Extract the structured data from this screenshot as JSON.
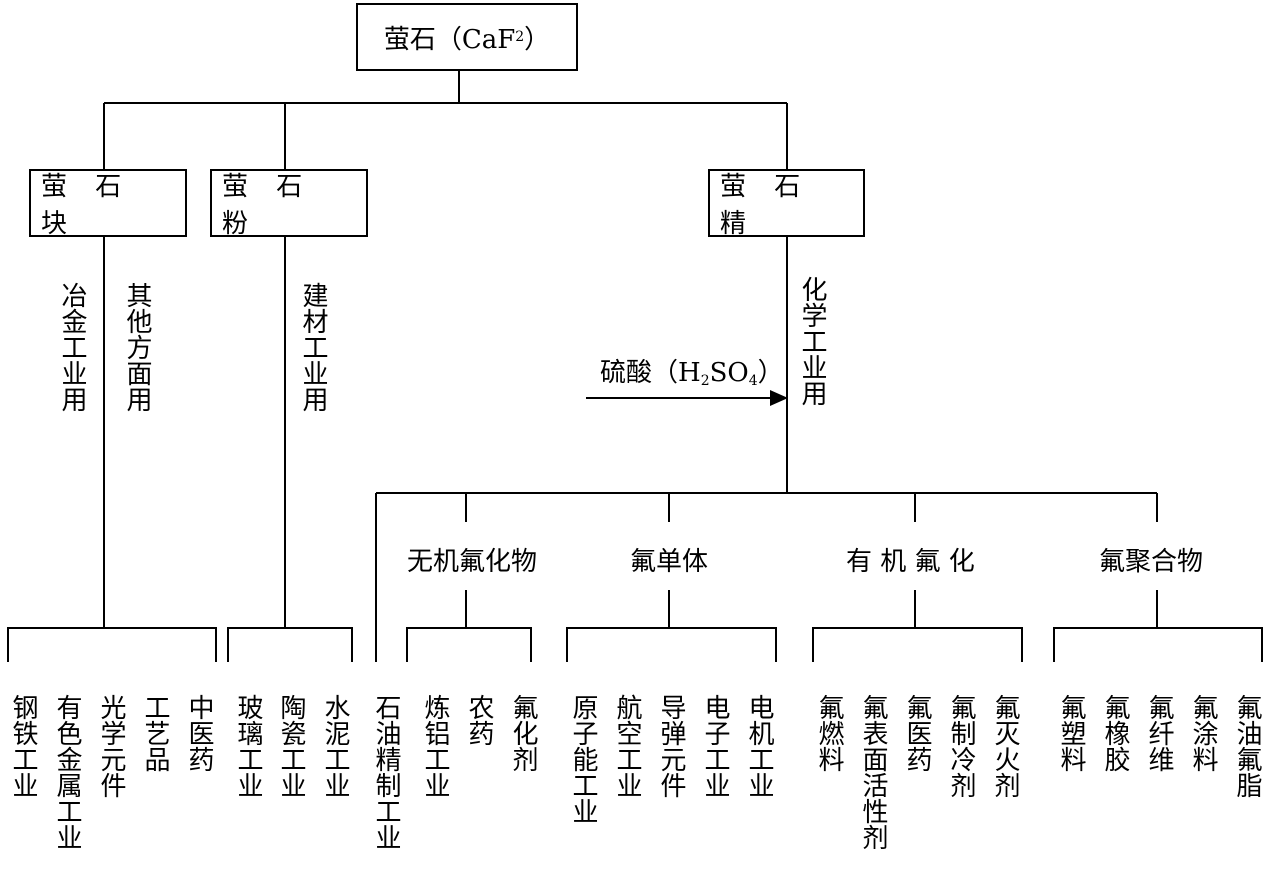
{
  "root": {
    "text": "萤石（CaF",
    "sub": "2",
    "close": "）"
  },
  "categories": [
    "萤 石 块",
    "萤 石 粉",
    "萤 石 精"
  ],
  "uses": {
    "metallurgy": "冶金工业用",
    "other": "其他方面用",
    "building": "建材工业用",
    "chemical": "化学工业用"
  },
  "acid": {
    "text": "硫酸（H",
    "sub1": "2",
    "mid": "SO",
    "sub2": "4",
    "close": "）"
  },
  "chem_groups": [
    "无机氟化物",
    "氟单体",
    "有 机 氟 化",
    "氟聚合物"
  ],
  "leaves": {
    "lump": [
      "钢铁工业",
      "有色金属工业",
      "光学元件",
      "工艺品",
      "中医药"
    ],
    "powder": [
      "玻璃工业",
      "陶瓷工业",
      "水泥工业"
    ],
    "petroleum": "石油精制工业",
    "inorganic": [
      "炼铝工业",
      "农药",
      "氟化剂"
    ],
    "monomer": [
      "原子能工业",
      "航空工业",
      "导弹元件",
      "电子工业",
      "电机工业"
    ],
    "organic": [
      "氟燃料",
      "氟表面活性剂",
      "氟医药",
      "氟制冷剂",
      "氟灭火剂"
    ],
    "polymer": [
      "氟塑料",
      "氟橡胶",
      "氟纤维",
      "氟涂料",
      "氟油氟脂"
    ]
  }
}
